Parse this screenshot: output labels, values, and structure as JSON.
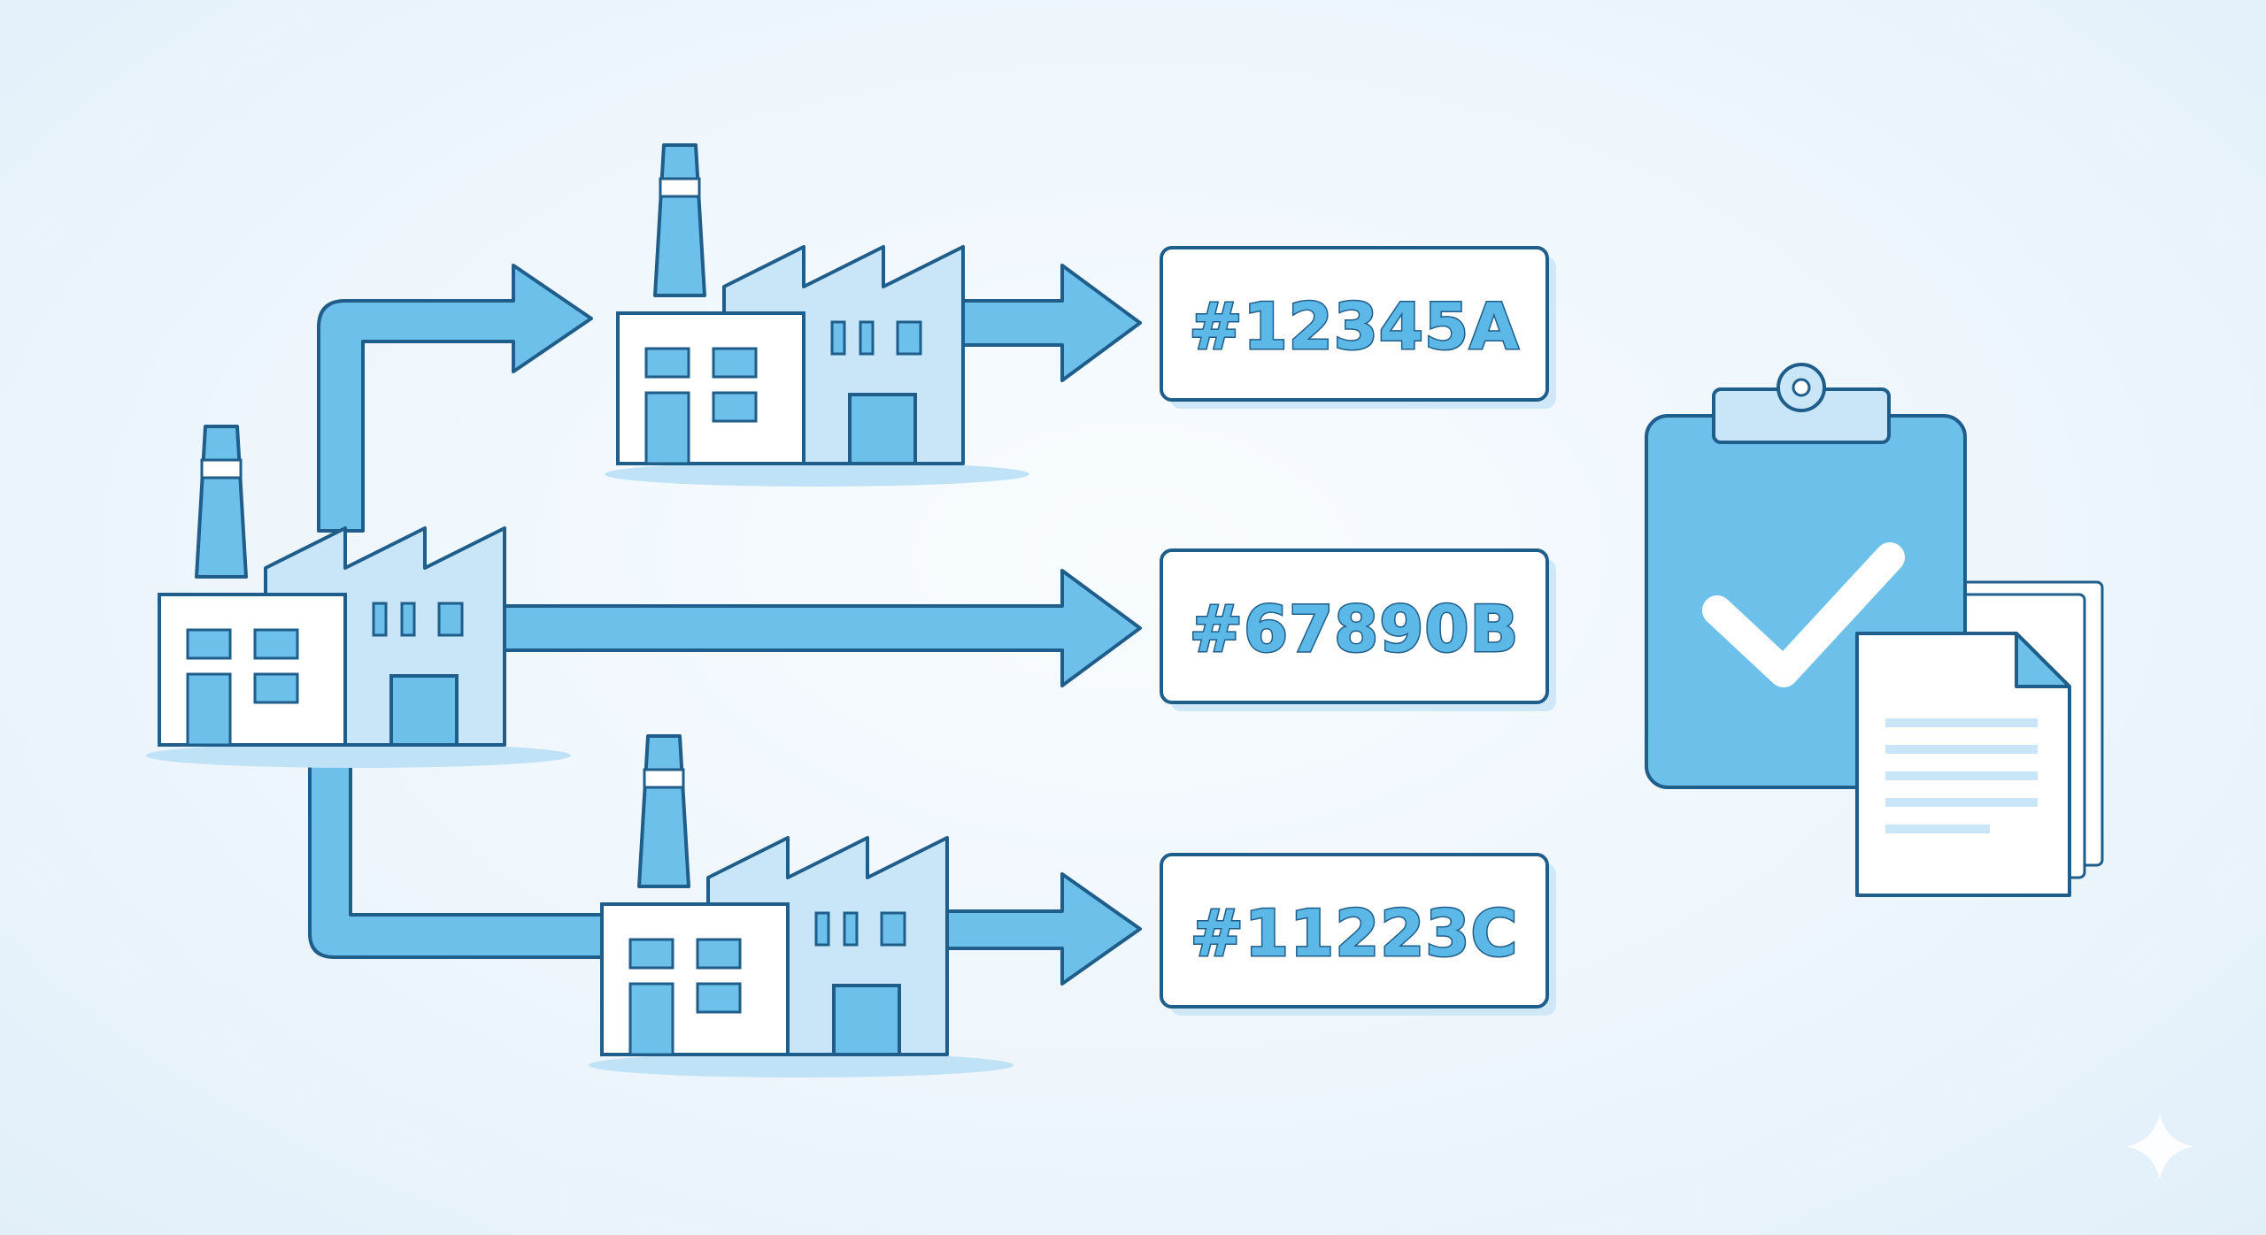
{
  "colors": {
    "line": "#1f5d8a",
    "accent": "#6cc0ea",
    "accent_light": "#c8e6f8",
    "accent_pale": "#e3f2fc",
    "white": "#ffffff",
    "shadow": "#bfe2f6"
  },
  "diagram": {
    "factories": [
      {
        "name": "main-factory",
        "role": "source"
      },
      {
        "name": "factory-top",
        "role": "branch"
      },
      {
        "name": "factory-bottom",
        "role": "branch"
      }
    ],
    "codes": [
      {
        "label": "#12345A"
      },
      {
        "label": "#67890B"
      },
      {
        "label": "#11223C"
      }
    ],
    "icons": [
      "factory-icon",
      "clipboard-check-icon",
      "document-stack-icon",
      "sparkle-icon"
    ]
  }
}
